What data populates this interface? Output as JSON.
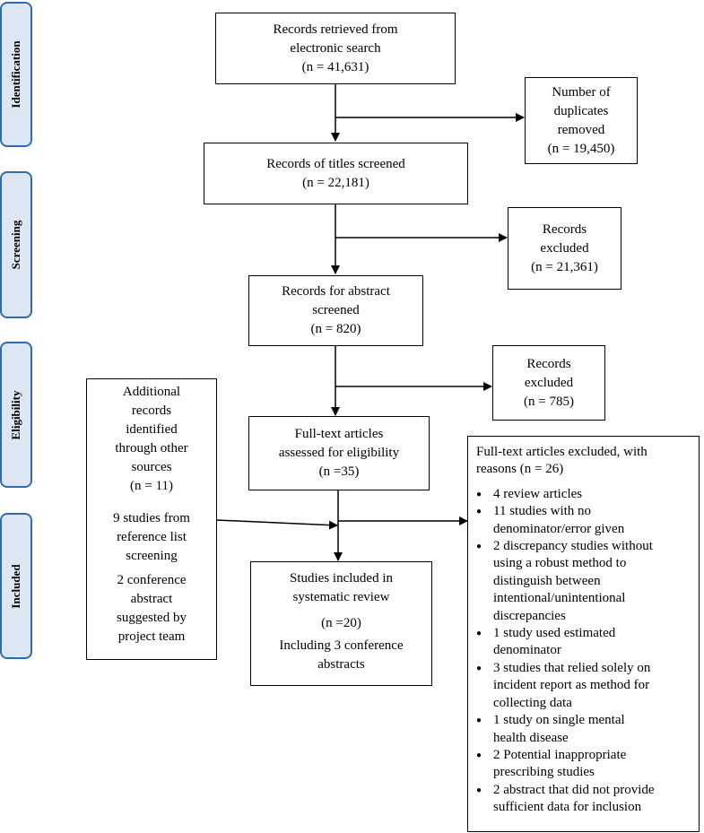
{
  "phases": [
    {
      "id": "identification",
      "label": "Identification"
    },
    {
      "id": "screening",
      "label": "Screening"
    },
    {
      "id": "eligibility",
      "label": "Eligibility"
    },
    {
      "id": "included",
      "label": "Included"
    }
  ],
  "boxes": {
    "retrieved": {
      "line1": "Records retrieved from",
      "line2": "electronic search",
      "count": "(n = 41,631)"
    },
    "duplicates": {
      "line1": "Number of",
      "line2": "duplicates",
      "line3": "removed",
      "count": "(n = 19,450)"
    },
    "titles": {
      "line1": "Records of titles screened",
      "count": "(n = 22,181)"
    },
    "excluded_titles": {
      "line1": "Records",
      "line2": "excluded",
      "count": "(n = 21,361)"
    },
    "abstracts": {
      "line1": "Records for abstract",
      "line2": "screened",
      "count": "(n = 820)"
    },
    "excluded_abstracts": {
      "line1": "Records",
      "line2": "excluded",
      "count": "(n = 785)"
    },
    "fulltext": {
      "line1": "Full-text articles",
      "line2": "assessed for eligibility",
      "count": "(n =35)"
    },
    "additional": {
      "lines": [
        "Additional",
        "records",
        "identified",
        "through other",
        "sources",
        "(n = 11)"
      ],
      "studies_lines": [
        "9 studies from",
        "reference list",
        "screening"
      ],
      "conference_lines": [
        "2 conference",
        "abstract",
        "suggested by",
        "project team"
      ]
    },
    "included": {
      "line1": "Studies included in",
      "line2": "systematic review",
      "count": "(n =20)",
      "line3": "Including 3 conference",
      "line4": "abstracts"
    },
    "reasons": {
      "heading_line1": "Full-text articles excluded, with",
      "heading_line2": "reasons (n = 26)",
      "items": [
        [
          "4 review articles"
        ],
        [
          "11 studies with no",
          "denominator/error given"
        ],
        [
          "2 discrepancy studies without",
          "using a robust method to",
          "distinguish between",
          "intentional/unintentional",
          "discrepancies"
        ],
        [
          "1 study used estimated",
          "denominator"
        ],
        [
          "3 studies that relied solely on",
          "incident report as method for",
          "collecting data"
        ],
        [
          "1 study on single mental",
          "health disease"
        ],
        [
          "2 Potential inappropriate",
          "prescribing studies"
        ],
        [
          "2 abstract that did not provide",
          "sufficient data for inclusion"
        ]
      ]
    }
  }
}
